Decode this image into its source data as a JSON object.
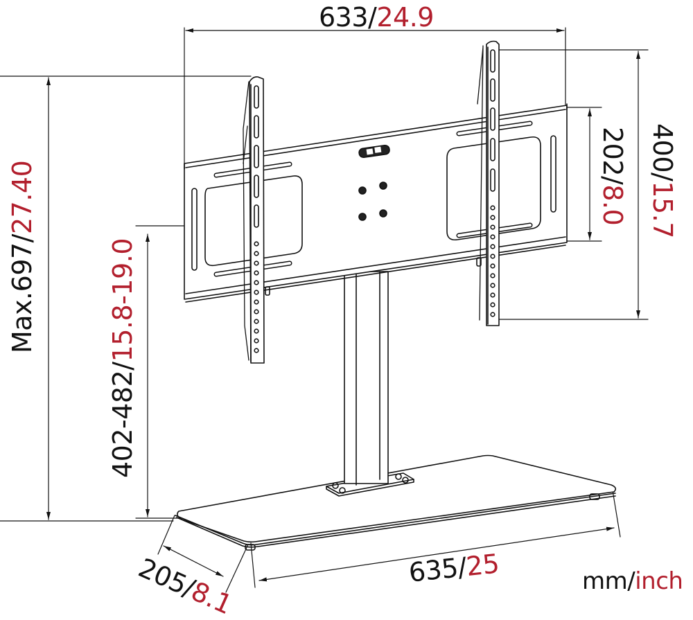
{
  "diagram": {
    "subject": "Tabletop TV stand with swivel mounting bracket",
    "colors": {
      "metric": "#111111",
      "imperial": "#b21f2d",
      "line": "#111111",
      "background": "#ffffff"
    },
    "units": {
      "metric": "mm",
      "separator": "/",
      "imperial": "inch"
    },
    "dimensions": {
      "bracket_width": {
        "mm": "633",
        "inch": "24.9"
      },
      "vesa_vertical_inner": {
        "mm": "202",
        "inch": "8.0"
      },
      "vesa_vertical_max": {
        "mm": "400",
        "inch": "15.7"
      },
      "max_height": {
        "prefix": "Max.",
        "mm": "697",
        "inch": "27.40"
      },
      "mount_height_range": {
        "mm": "402-482",
        "inch": "15.8-19.0"
      },
      "base_depth": {
        "mm": "205",
        "inch": "8.1"
      },
      "base_width": {
        "mm": "635",
        "inch": "25"
      }
    },
    "sep": "/"
  }
}
